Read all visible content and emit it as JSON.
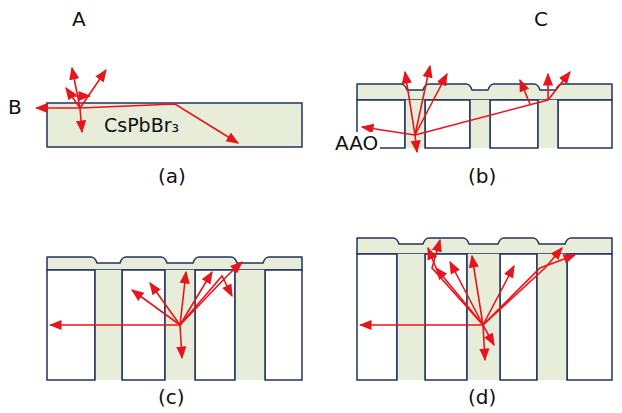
{
  "diagram": {
    "nodes": [
      {
        "text": [
          "CsPbBr₃"
        ]
      }
    ],
    "labels": [
      "A",
      "B",
      "C",
      "AAO",
      "(a)",
      "(b)",
      "(c)",
      "(d)"
    ]
  }
}
